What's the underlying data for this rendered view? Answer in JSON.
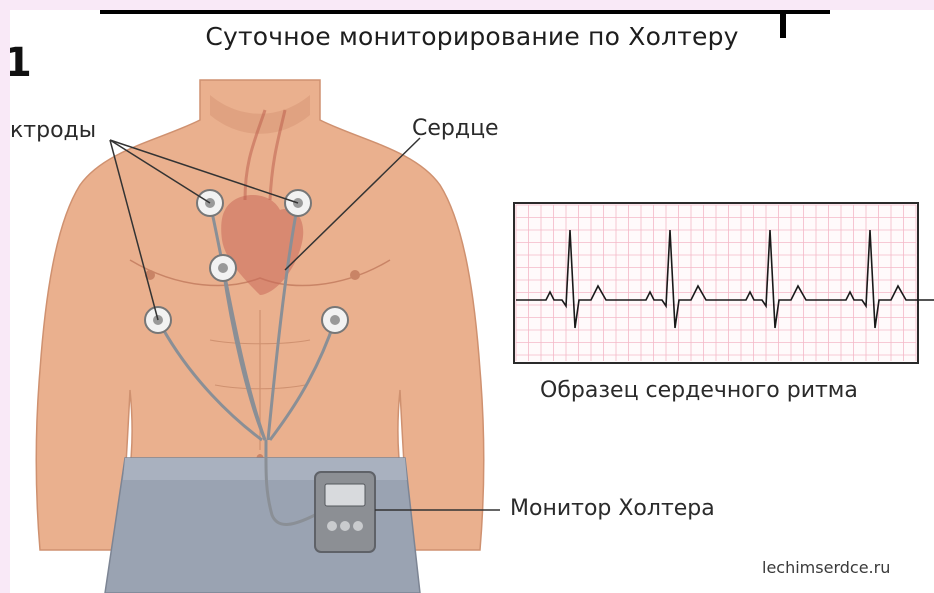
{
  "title": "Суточное мониторирование по Холтеру",
  "corner_glyph": "1",
  "labels": {
    "electrodes": "ктроды",
    "heart": "Сердце",
    "ecg_caption": "Образец  сердечного ритма",
    "monitor": "Монитор Холтера"
  },
  "watermark": "lechimserdce.ru",
  "colors": {
    "page_border": "#f9e9f7",
    "skin": "#eab08e",
    "skin_shadow": "#d99a78",
    "pants": "#9aa3b2",
    "ecg_grid": "#f4b8c8",
    "ecg_trace": "#1a1a1a",
    "device": "#8c8f94",
    "heart": "#c96a5a"
  }
}
